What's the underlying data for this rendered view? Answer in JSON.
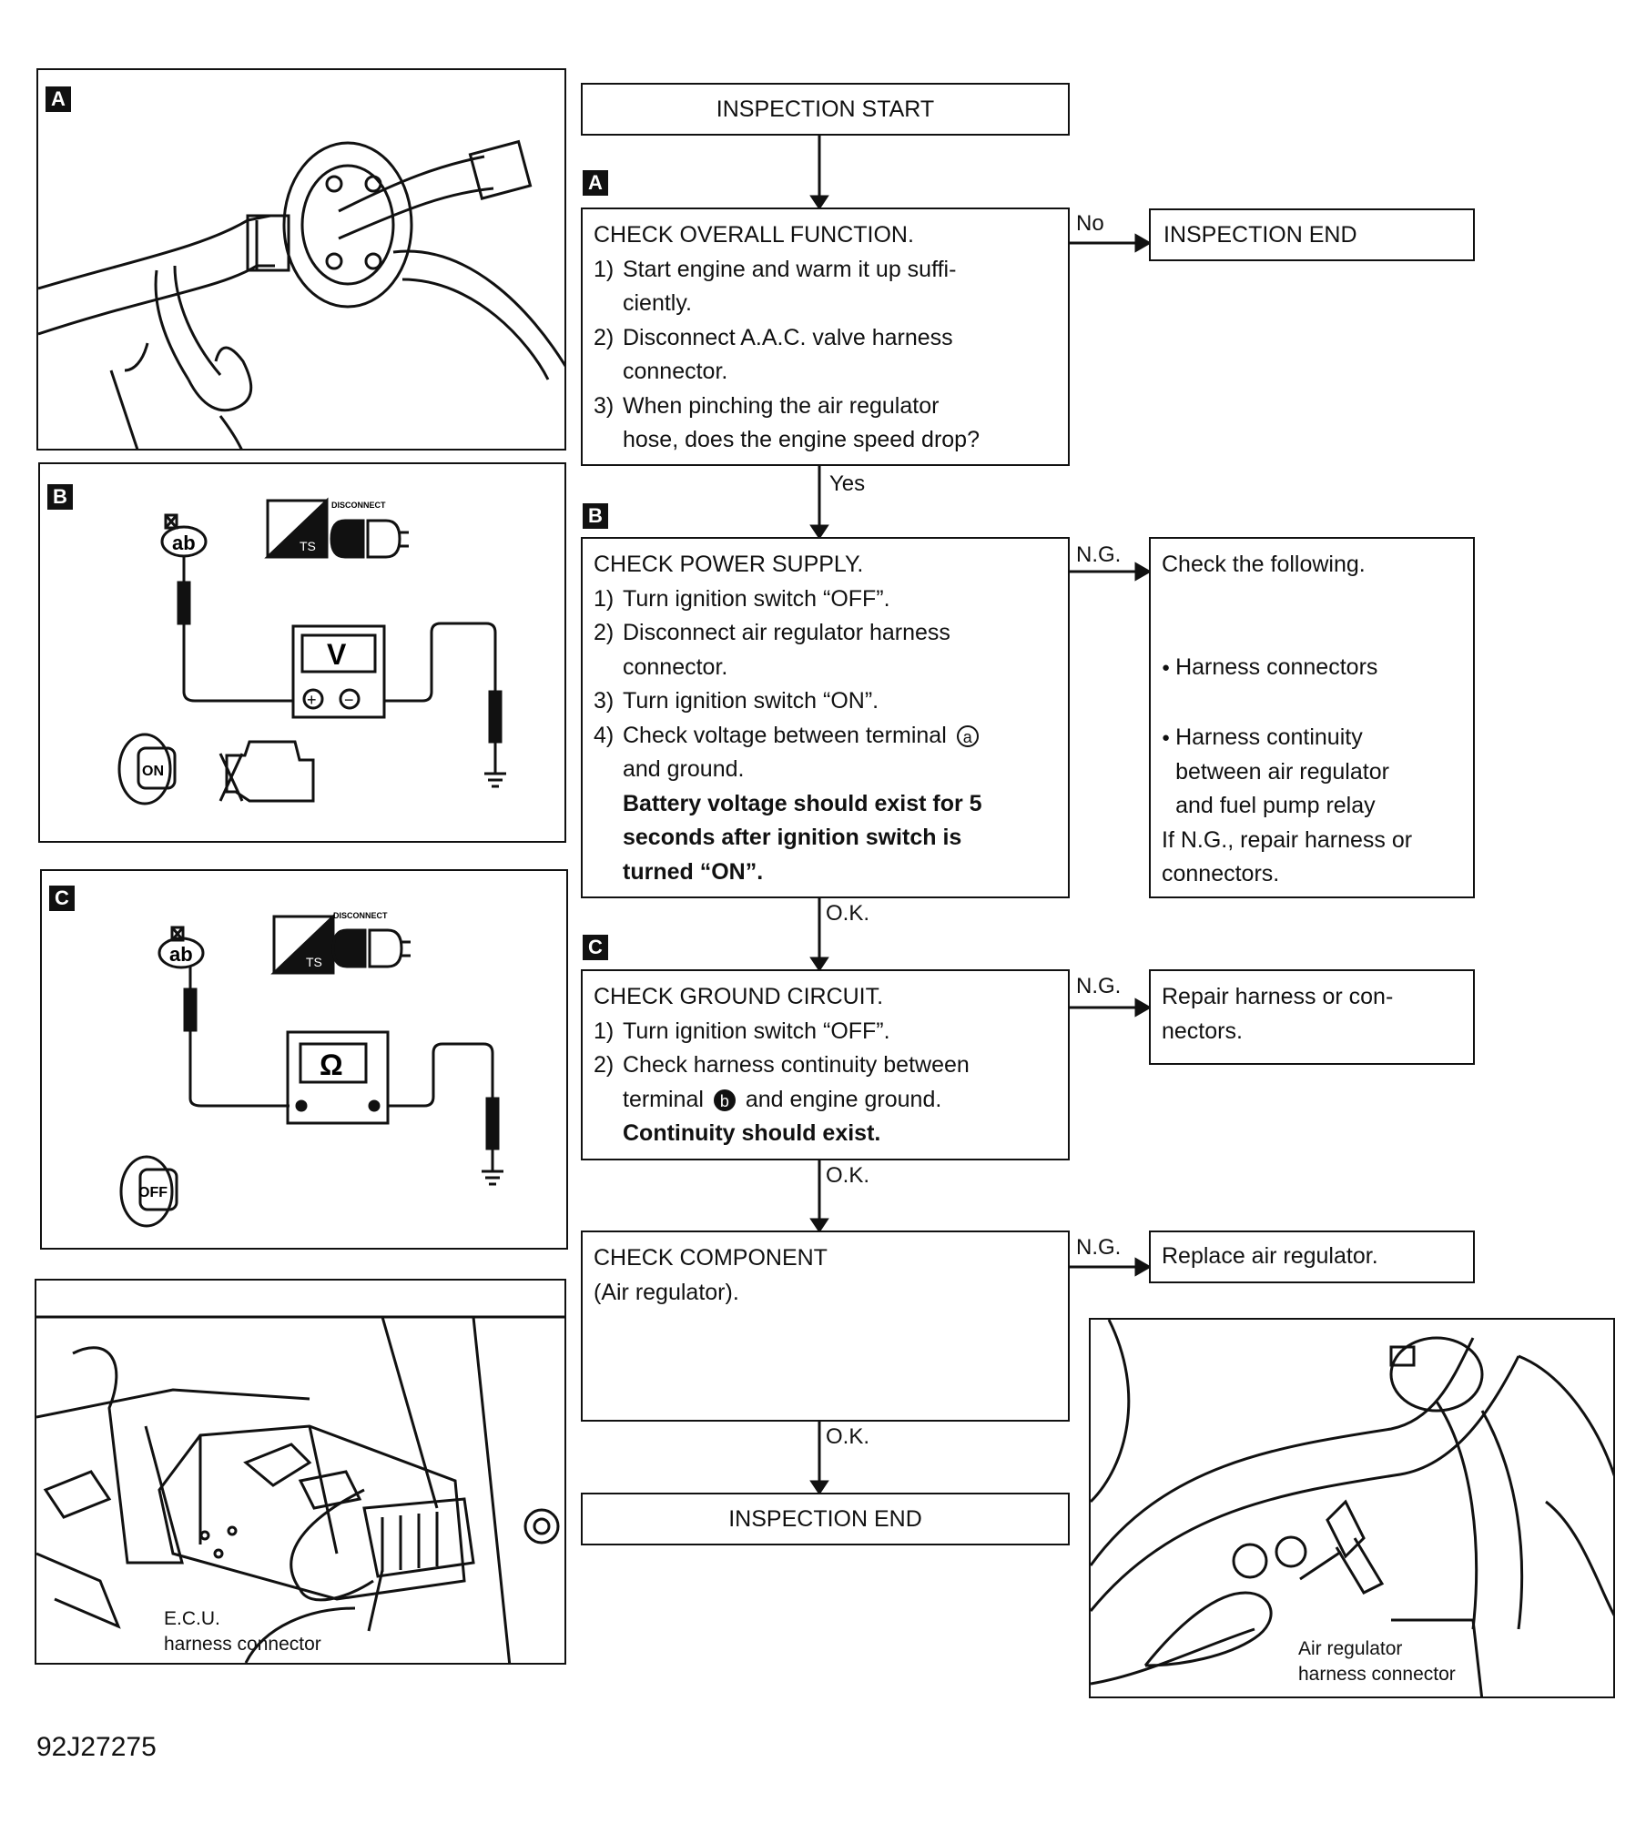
{
  "tags": {
    "a": "A",
    "b": "B",
    "c": "C"
  },
  "start": "INSPECTION START",
  "check_overall": {
    "title": "CHECK OVERALL FUNCTION.",
    "steps": [
      {
        "n": "1)",
        "t": "Start engine and warm it up suffi-\nciently."
      },
      {
        "n": "2)",
        "t": "Disconnect A.A.C. valve harness\nconnector."
      },
      {
        "n": "3)",
        "t": "When pinching the air regulator\nhose, does the engine speed drop?"
      }
    ]
  },
  "no_label": "No",
  "end_top": "INSPECTION END",
  "yes_label": "Yes",
  "check_power": {
    "title": "CHECK POWER SUPPLY.",
    "s1": "Turn ignition switch “OFF”.",
    "s2": "Disconnect air regulator harness\nconnector.",
    "s3": "Turn ignition switch “ON”.",
    "s4_pre": "Check voltage between terminal",
    "s4_term": "a",
    "s4_post": "and ground.",
    "note": "Battery voltage should exist for 5\nseconds after ignition switch is\nturned “ON”.",
    "n1": "1)",
    "n2": "2)",
    "n3": "3)",
    "n4": "4)"
  },
  "ng1": "N.G.",
  "check_following": {
    "title": "Check the following.",
    "item1": "Harness connectors",
    "item2": "Harness continuity\nbetween air regulator\nand fuel pump relay",
    "tail": "If N.G., repair harness or\nconnectors."
  },
  "ok1": "O.K.",
  "check_ground": {
    "title": "CHECK GROUND CIRCUIT.",
    "s1": "Turn ignition switch “OFF”.",
    "s2_pre": "Check harness continuity between",
    "s2_mid_pre": "terminal",
    "s2_term": "b",
    "s2_mid_post": "and engine ground.",
    "note": "Continuity should exist.",
    "n1": "1)",
    "n2": "2)"
  },
  "ng2": "N.G.",
  "repair": "Repair harness or con-\nnectors.",
  "ok2": "O.K.",
  "check_component": {
    "title": "CHECK COMPONENT",
    "sub": "(Air regulator)."
  },
  "ng3": "N.G.",
  "replace": "Replace air regulator.",
  "ok3": "O.K.",
  "end_bottom": "INSPECTION END",
  "panel_b": {
    "disconnect": "DISCONNECT",
    "ts": "TS",
    "meter": "V",
    "key": "ON",
    "ab": "ab"
  },
  "panel_c": {
    "disconnect": "DISCONNECT",
    "ts": "TS",
    "meter": "Ω",
    "key": "OFF",
    "ab": "ab"
  },
  "ecu_caption": "E.C.U.\nharness connector",
  "air_caption": "Air regulator\nharness connector",
  "code": "92J27275"
}
